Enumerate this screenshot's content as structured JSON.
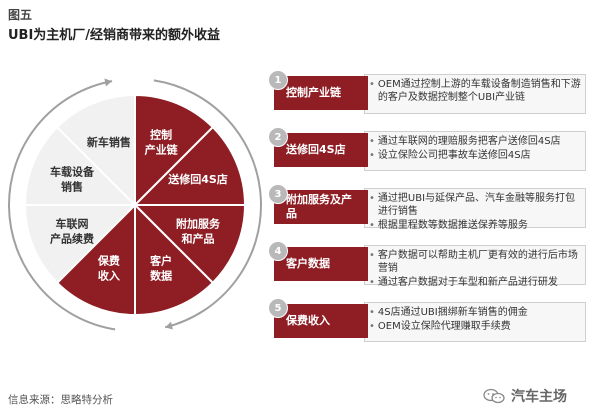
{
  "figure": {
    "label": "图五",
    "title": "UBI为主机厂/经销商带来的额外收益"
  },
  "wheel": {
    "segments": [
      {
        "label": [
          "控制",
          "产业链"
        ],
        "highlight": true
      },
      {
        "label": [
          "送修回4S店"
        ],
        "highlight": true
      },
      {
        "label": [
          "附加服务",
          "和产品"
        ],
        "highlight": true
      },
      {
        "label": [
          "客户",
          "数据"
        ],
        "highlight": true
      },
      {
        "label": [
          "保费",
          "收入"
        ],
        "highlight": true
      },
      {
        "label": [
          "车联网",
          "产品续费"
        ],
        "highlight": false
      },
      {
        "label": [
          "车载设备",
          "销售"
        ],
        "highlight": false
      },
      {
        "label": [
          "新车销售"
        ],
        "highlight": false
      }
    ],
    "colors": {
      "highlight": "#8e1d24",
      "normal": "#f1f1f1",
      "text_highlight": "#ffffff",
      "text_normal": "#333333",
      "arrow": "#a0a0a0"
    }
  },
  "items": [
    {
      "num": "1",
      "label": "控制产业链",
      "bullets": [
        "OEM通过控制上游的车载设备制造销售和下游的客户及数据控制整个UBI产业链"
      ]
    },
    {
      "num": "2",
      "label": "送修回4S店",
      "bullets": [
        "通过车联网的理赔服务把客户送修回4S店",
        "设立保险公司把事故车送修回4S店"
      ]
    },
    {
      "num": "3",
      "label": "附加服务及产品",
      "bullets": [
        "通过把UBI与延保产品、汽车金融等服务打包进行销售",
        "根据里程数等数据推送保养等服务"
      ]
    },
    {
      "num": "4",
      "label": "客户数据",
      "bullets": [
        "客户数据可以帮助主机厂更有效的进行后市场营销",
        "通过客户数据对于车型和新产品进行研发"
      ]
    },
    {
      "num": "5",
      "label": "保费收入",
      "bullets": [
        "4S店通过UBI捆绑新车销售的佣金",
        "OEM设立保险代理赚取手续费"
      ]
    }
  ],
  "footer": {
    "source": "信息来源：思略特分析",
    "brand": "汽车主场",
    "brand_icon": "wechat-icon"
  }
}
